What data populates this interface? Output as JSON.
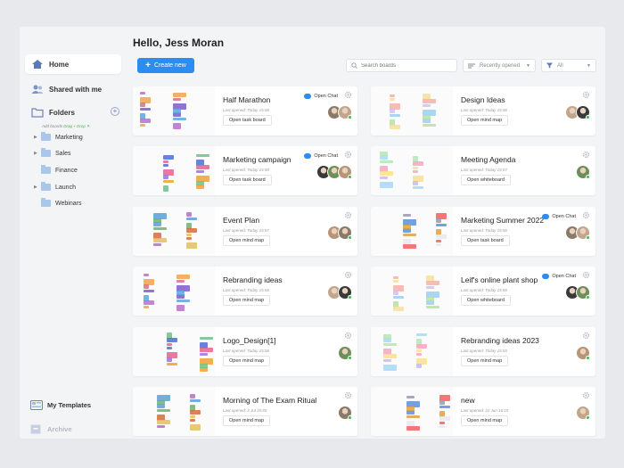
{
  "header": {
    "greeting": "Hello, Jess Moran",
    "create_label": "Create new",
    "search_placeholder": "Search boards",
    "sort_label": "Recently opened",
    "filter_label": "All"
  },
  "sidebar": {
    "nav": [
      {
        "label": "Home",
        "icon": "home-icon"
      },
      {
        "label": "Shared with me",
        "icon": "users-icon"
      },
      {
        "label": "Folders",
        "icon": "folder-icon"
      }
    ],
    "folder_hint": "Add boards",
    "folder_hint_action": "Drag + Drop",
    "folders": [
      {
        "label": "Marketing",
        "expandable": true
      },
      {
        "label": "Sales",
        "expandable": true
      },
      {
        "label": "Finance",
        "expandable": false
      },
      {
        "label": "Launch",
        "expandable": true
      },
      {
        "label": "Webinars",
        "expandable": false
      }
    ],
    "templates_label": "My Templates",
    "archive_label": "Archive"
  },
  "boards": [
    {
      "title": "Half Marathon",
      "opened": "Last opened: Today 15:58",
      "action": "Open task board",
      "chat": "Open Chat",
      "avatars": 2
    },
    {
      "title": "Design Ideas",
      "opened": "Last opened: Today 15:58",
      "action": "Open mind map",
      "chat": "",
      "avatars": 2
    },
    {
      "title": "Marketing campaign",
      "opened": "Last opened: Today 15:58",
      "action": "Open task board",
      "chat": "Open Chat",
      "avatars": 3
    },
    {
      "title": "Meeting Agenda",
      "opened": "Last opened: Today 15:57",
      "action": "Open whiteboard",
      "chat": "",
      "avatars": 1
    },
    {
      "title": "Event Plan",
      "opened": "Last opened: Today 15:57",
      "action": "Open mind map",
      "chat": "",
      "avatars": 2
    },
    {
      "title": "Marketing Summer 2022",
      "opened": "Last opened: Today 15:56",
      "action": "Open task board",
      "chat": "Open Chat",
      "avatars": 2
    },
    {
      "title": "Rebranding ideas",
      "opened": "Last opened: Today 15:56",
      "action": "Open mind map",
      "chat": "",
      "avatars": 2
    },
    {
      "title": "Leif's online plant shop",
      "opened": "Last opened: Today 15:56",
      "action": "Open whiteboard",
      "chat": "Open Chat",
      "avatars": 2
    },
    {
      "title": "Logo_Design[1]",
      "opened": "Last opened: Today 15:56",
      "action": "Open mind map",
      "chat": "",
      "avatars": 1
    },
    {
      "title": "Rebranding ideas 2023",
      "opened": "Last opened: Today 15:55",
      "action": "Open mind map",
      "chat": "",
      "avatars": 1
    },
    {
      "title": "Morning of The Exam Ritual",
      "opened": "Last opened: 3 Jul 15:55",
      "action": "Open mind map",
      "chat": "",
      "avatars": 1
    },
    {
      "title": "new",
      "opened": "Last opened: 22 Jun 16:15",
      "action": "Open mind map",
      "chat": "",
      "avatars": 1
    }
  ],
  "colors": {
    "accent": "#2d8cf0",
    "online": "#3cbf4a",
    "folder": "#a9c7ea"
  }
}
